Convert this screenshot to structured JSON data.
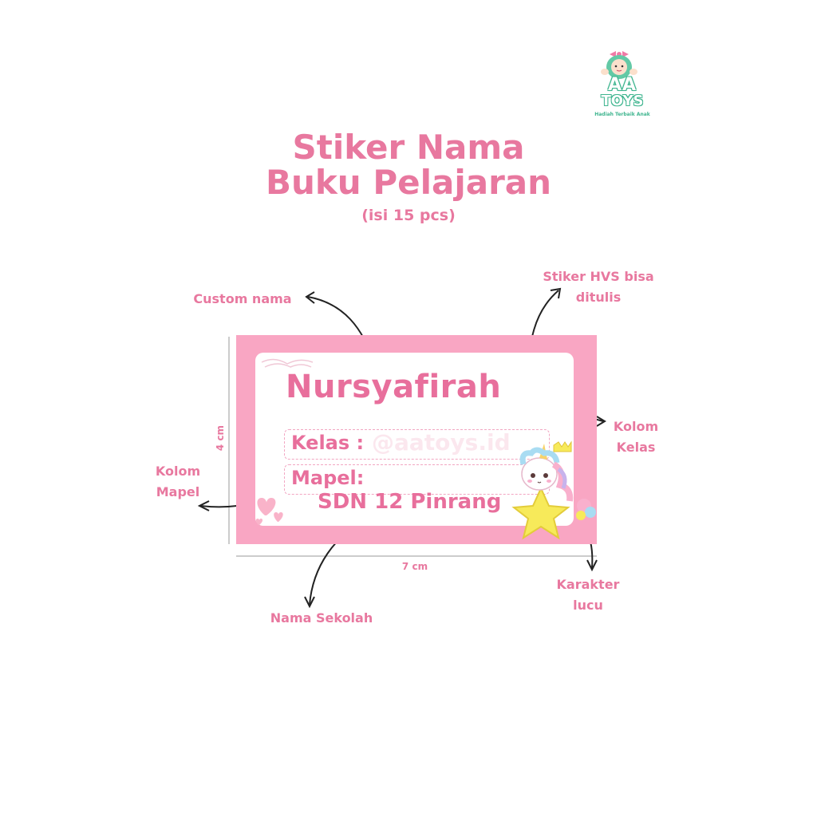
{
  "brand": {
    "line1": "AA",
    "line2": "TOYS",
    "tagline": "Hadiah Terbaik Anak"
  },
  "heading": {
    "line1": "Stiker Nama",
    "line2": "Buku Pelajaran",
    "line3": "(isi 15 pcs)"
  },
  "sticker": {
    "name": "Nursyafirah",
    "field_kelas": "Kelas :",
    "field_mapel": "Mapel:",
    "school": "SDN 12 Pinrang",
    "watermark": "@aatoys.id"
  },
  "annotations": {
    "custom_nama": "Custom nama",
    "stiker_hvs_1": "Stiker HVS bisa",
    "stiker_hvs_2": "ditulis",
    "kolom_kelas_1": "Kolom",
    "kolom_kelas_2": "Kelas",
    "kolom_mapel_1": "Kolom",
    "kolom_mapel_2": "Mapel",
    "nama_sekolah": "Nama Sekolah",
    "karakter_1": "Karakter",
    "karakter_2": "lucu"
  },
  "dimensions": {
    "height": "4 cm",
    "width": "7 cm"
  },
  "colors": {
    "pink_text": "#e8789f",
    "sticker_border": "#f9a6c3",
    "logo_green": "#3fb58f",
    "star_yellow": "#f7ea5a"
  }
}
